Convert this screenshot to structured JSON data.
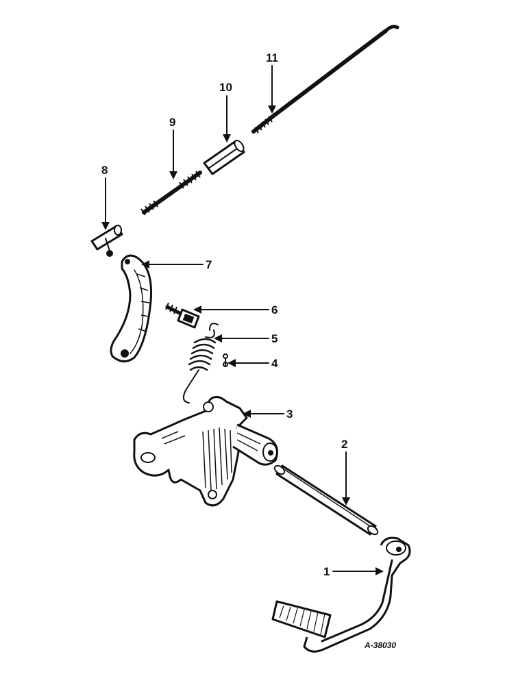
{
  "diagram": {
    "reference_code": "A-38030",
    "callouts": [
      "1",
      "2",
      "3",
      "4",
      "5",
      "6",
      "7",
      "8",
      "9",
      "10",
      "11"
    ],
    "colors": {
      "ink": "#111111",
      "paper": "#ffffff"
    }
  }
}
